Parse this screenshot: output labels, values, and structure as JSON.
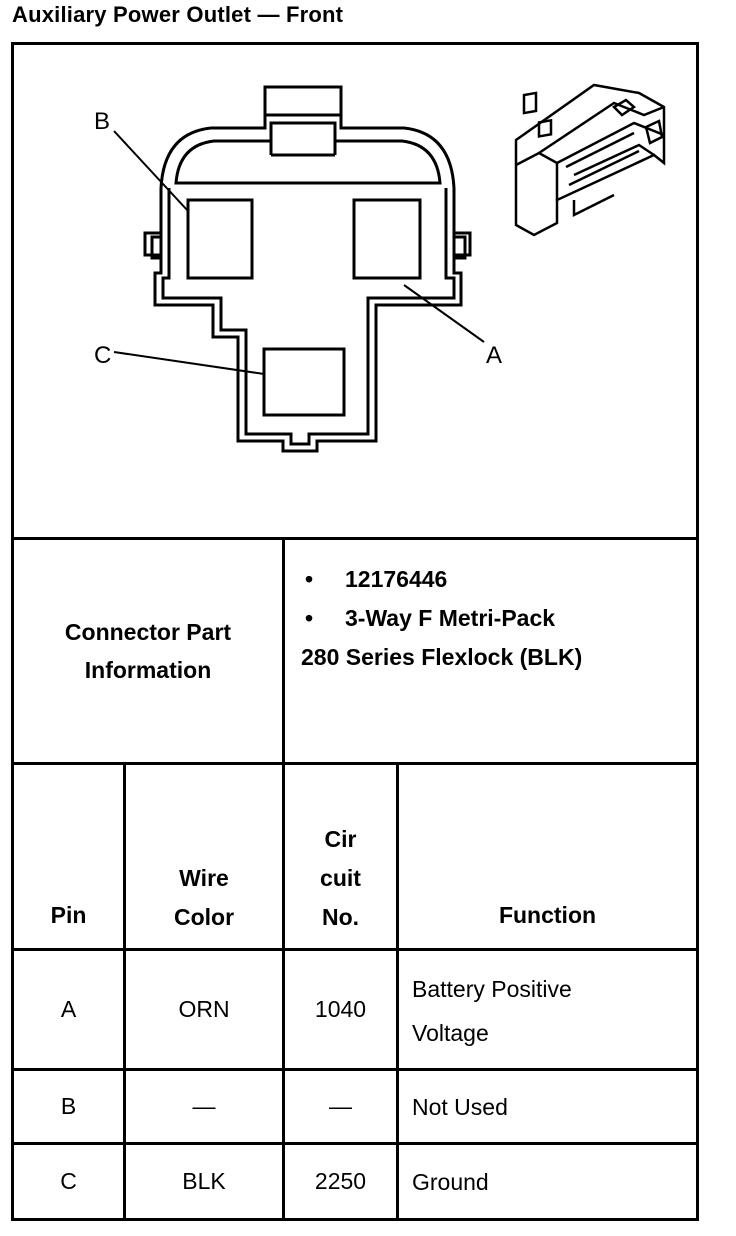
{
  "page": {
    "title": "Auxiliary Power Outlet — Front"
  },
  "diagram": {
    "callouts": {
      "a": "A",
      "b": "B",
      "c": "C"
    }
  },
  "connector": {
    "label_line1": "Connector Part",
    "label_line2": "Information",
    "part_number": "12176446",
    "description_line1": "3-Way F Metri-Pack",
    "description_line2": "280 Series Flexlock (BLK)",
    "bullet": "•"
  },
  "table": {
    "headers": {
      "pin": "Pin",
      "wire_line1": "Wire",
      "wire_line2": "Color",
      "circuit_line1": "Cir",
      "circuit_line2": "cuit",
      "circuit_line3": "No.",
      "function": "Function"
    },
    "rows": [
      {
        "pin": "A",
        "wire": "ORN",
        "circuit": "1040",
        "function_line1": "Battery Positive",
        "function_line2": "Voltage"
      },
      {
        "pin": "B",
        "wire": "—",
        "circuit": "—",
        "function_line1": "Not Used",
        "function_line2": ""
      },
      {
        "pin": "C",
        "wire": "BLK",
        "circuit": "2250",
        "function_line1": "Ground",
        "function_line2": ""
      }
    ]
  }
}
